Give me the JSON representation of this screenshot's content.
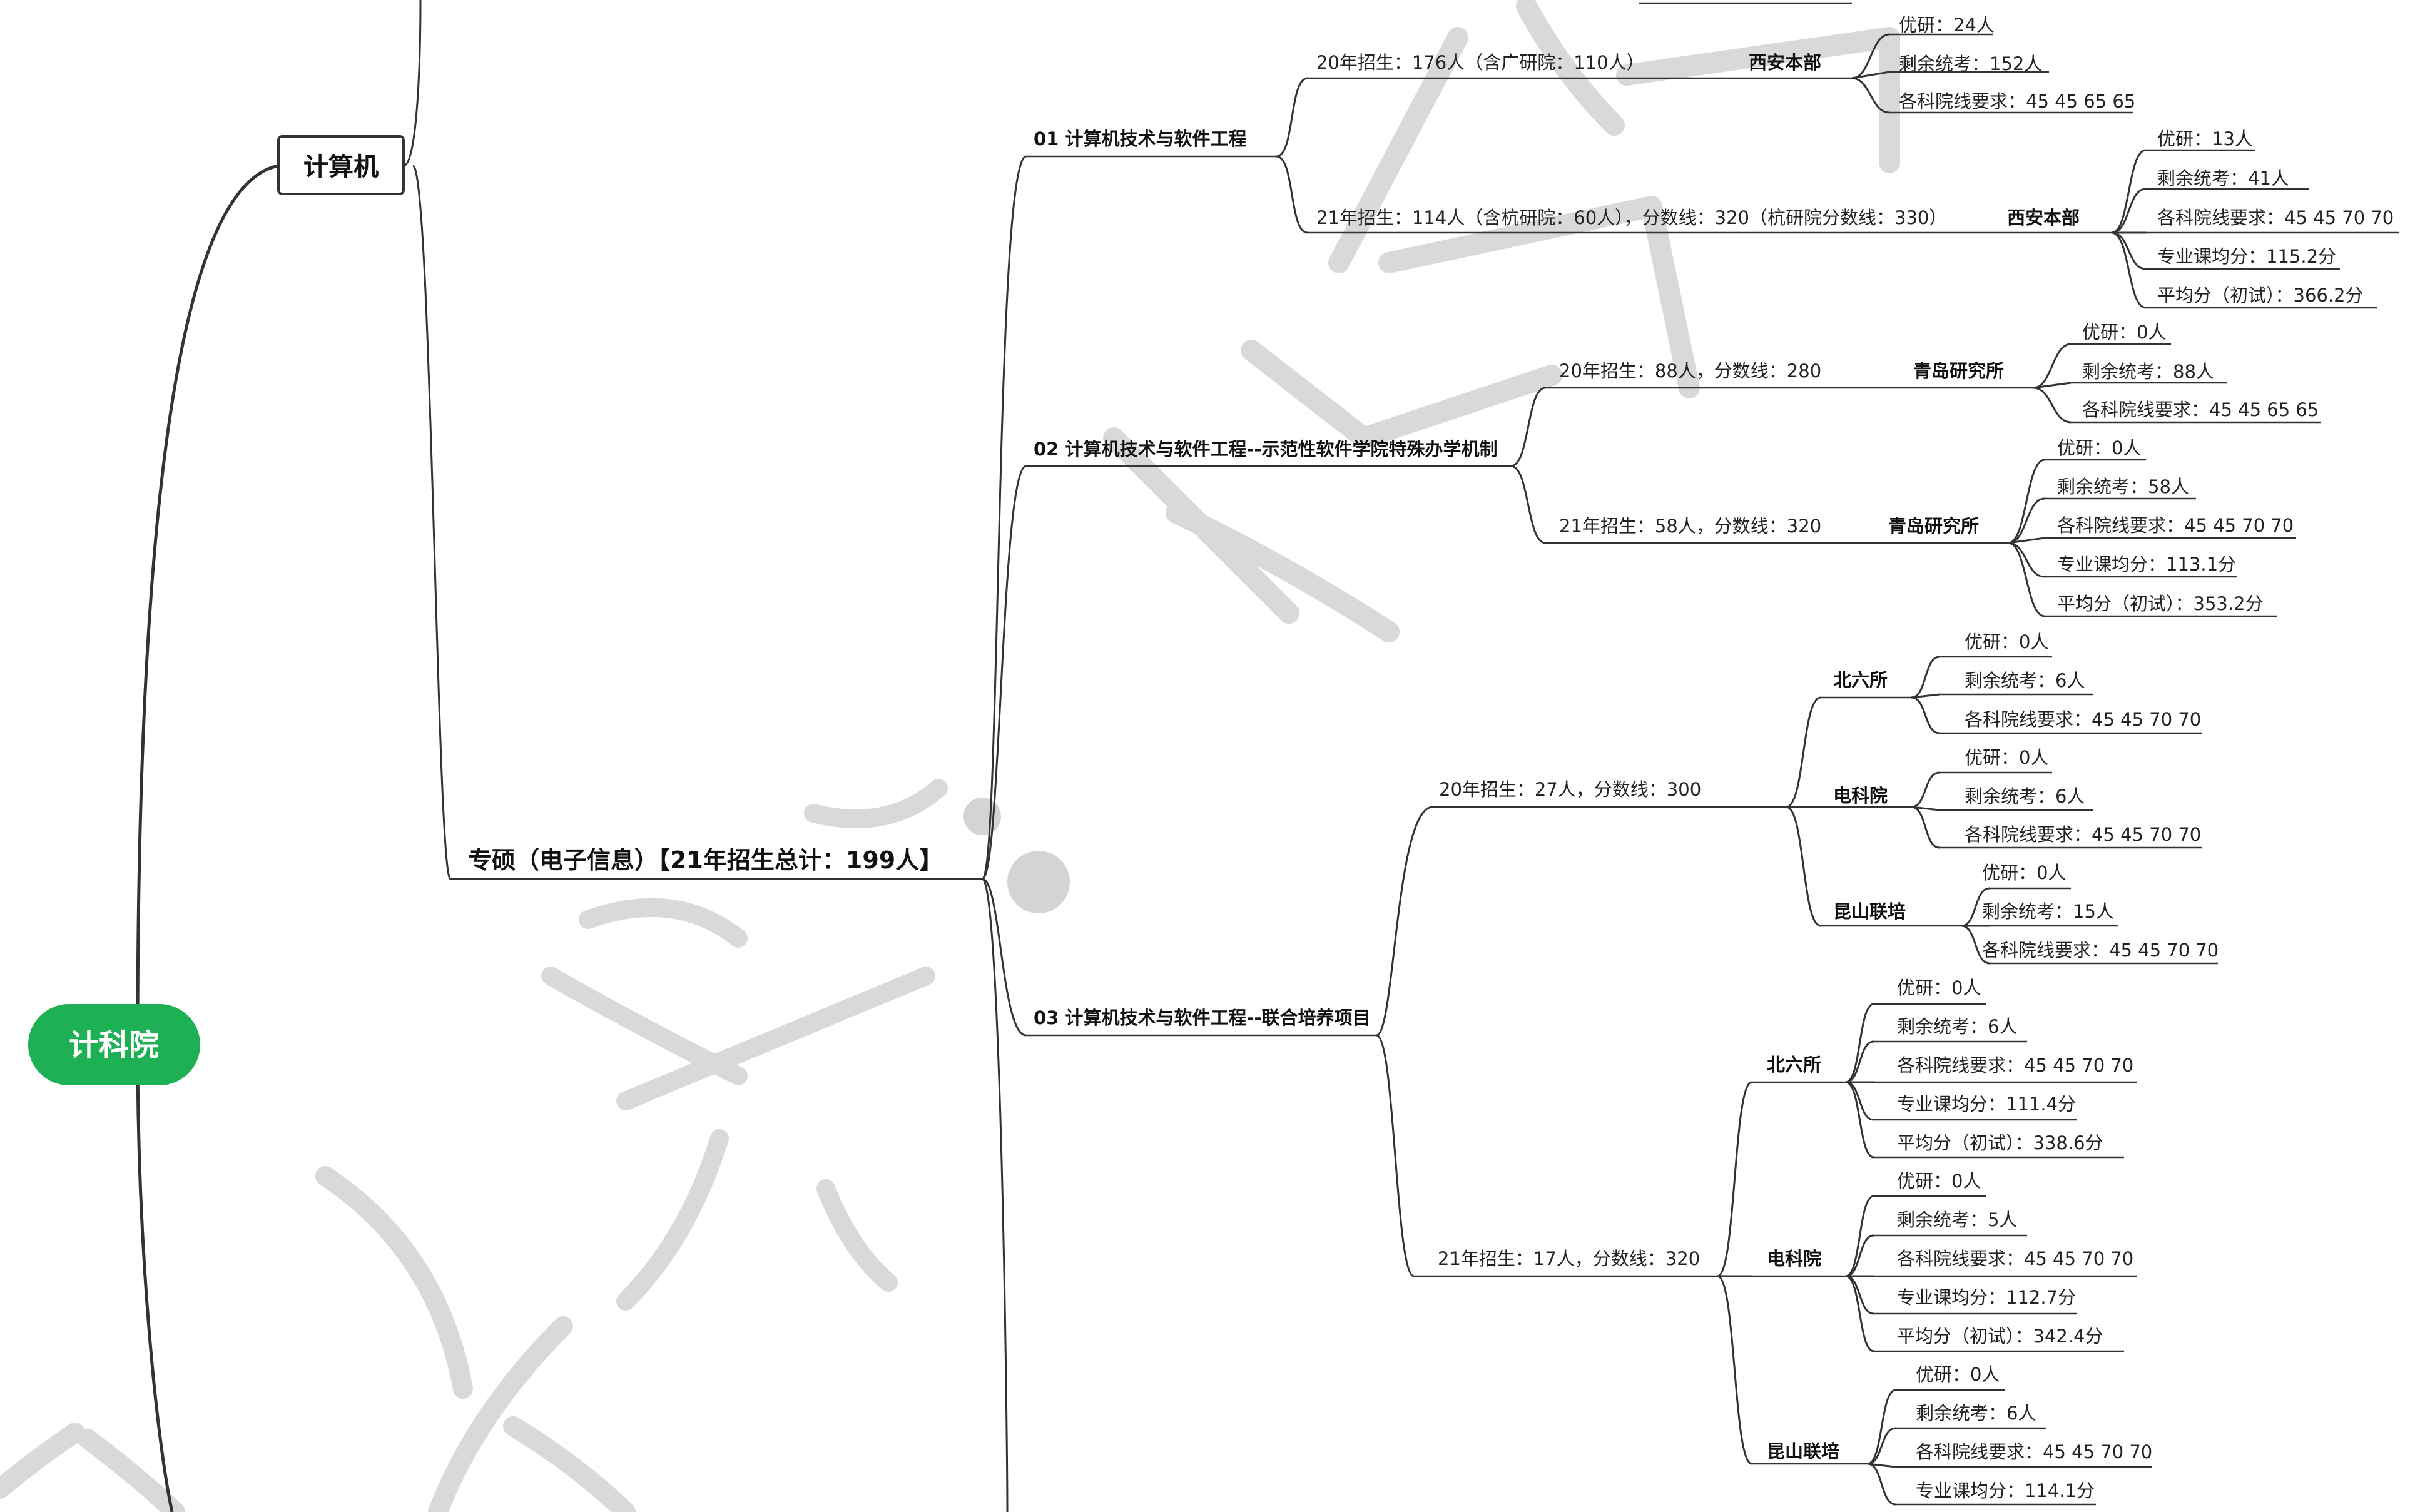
{
  "root": {
    "label": "计科院"
  },
  "branch": {
    "label": "计算机"
  },
  "category": {
    "label": "专硕（电子信息）【21年招生总计：199人】"
  },
  "p01": {
    "label": "01 计算机技术与软件工程",
    "y20": {
      "label": "20年招生：176人（含广研院：110人）",
      "campus": "西安本部",
      "items": [
        "优研：24人",
        "剩余统考：152人",
        "各科院线要求：45 45 65 65"
      ]
    },
    "y21": {
      "label": "21年招生：114人（含杭研院：60人），分数线：320（杭研院分数线：330）",
      "campus": "西安本部",
      "items": [
        "优研：13人",
        "剩余统考：41人",
        "各科院线要求：45 45 70 70",
        "专业课均分：115.2分",
        "平均分（初试）：366.2分"
      ]
    }
  },
  "p02": {
    "label": "02 计算机技术与软件工程--示范性软件学院特殊办学机制",
    "y20": {
      "label": "20年招生：88人，分数线：280",
      "campus": "青岛研究所",
      "items": [
        "优研：0人",
        "剩余统考：88人",
        "各科院线要求：45 45 65 65"
      ]
    },
    "y21": {
      "label": "21年招生：58人，分数线：320",
      "campus": "青岛研究所",
      "items": [
        "优研：0人",
        "剩余统考：58人",
        "各科院线要求：45 45 70 70",
        "专业课均分：113.1分",
        "平均分（初试）：353.2分"
      ]
    }
  },
  "p03": {
    "label": "03 计算机技术与软件工程--联合培养项目",
    "y20": {
      "label": "20年招生：27人，分数线：300",
      "campuses": [
        {
          "name": "北六所",
          "items": [
            "优研：0人",
            "剩余统考：6人",
            "各科院线要求：45 45 70 70"
          ]
        },
        {
          "name": "电科院",
          "items": [
            "优研：0人",
            "剩余统考：6人",
            "各科院线要求：45 45 70 70"
          ]
        },
        {
          "name": "昆山联培",
          "items": [
            "优研：0人",
            "剩余统考：15人",
            "各科院线要求：45 45 70 70"
          ]
        }
      ]
    },
    "y21": {
      "label": "21年招生：17人，分数线：320",
      "campuses": [
        {
          "name": "北六所",
          "items": [
            "优研：0人",
            "剩余统考：6人",
            "各科院线要求：45 45 70 70",
            "专业课均分：111.4分",
            "平均分（初试）：338.6分"
          ]
        },
        {
          "name": "电科院",
          "items": [
            "优研：0人",
            "剩余统考：5人",
            "各科院线要求：45 45 70 70",
            "专业课均分：112.7分",
            "平均分（初试）：342.4分"
          ]
        },
        {
          "name": "昆山联培",
          "items": [
            "优研：0人",
            "剩余统考：6人",
            "各科院线要求：45 45 70 70",
            "专业课均分：114.1分"
          ]
        }
      ]
    }
  },
  "colors": {
    "root": "#1db054",
    "lines": "#333333",
    "watermark": "#d9d9d9"
  }
}
